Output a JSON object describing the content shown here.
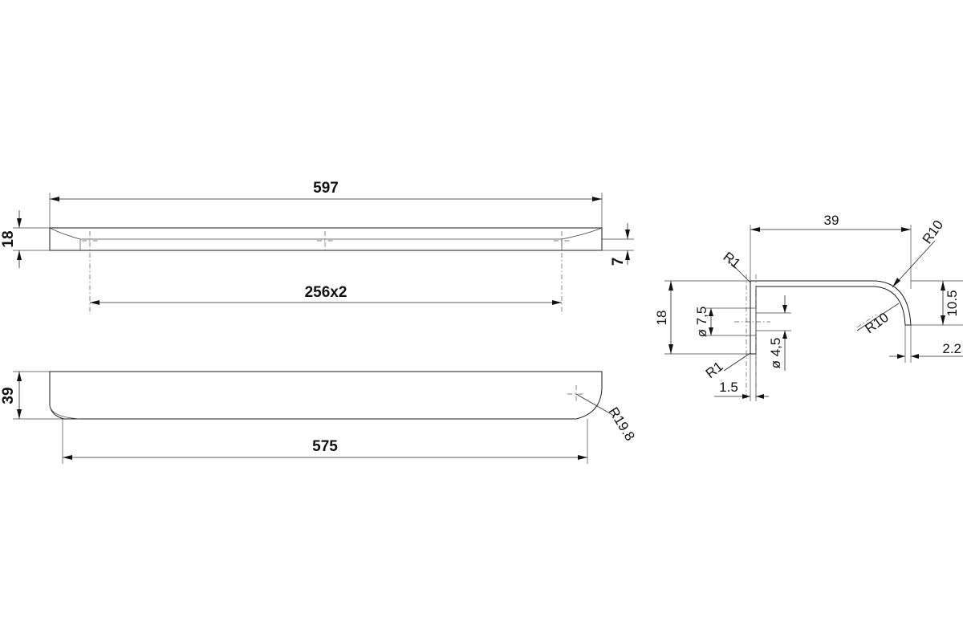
{
  "front_view": {
    "overall_length": "597",
    "hole_spacing": "256x2",
    "height": "18",
    "thickness": "7"
  },
  "top_view": {
    "bottom_length": "575",
    "depth": "39",
    "end_radius": "R19.8"
  },
  "profile_view": {
    "width": "39",
    "outer_radius": "R10",
    "inner_radius": "R10",
    "corner_radius_top": "R1",
    "corner_radius_bottom": "R1",
    "height": "18",
    "counterbore_diameter": "ø 7,5",
    "hole_diameter": "ø 4,5",
    "wall_thickness": "1.5",
    "lip_height": "10.5",
    "lip_thickness": "2.2"
  }
}
